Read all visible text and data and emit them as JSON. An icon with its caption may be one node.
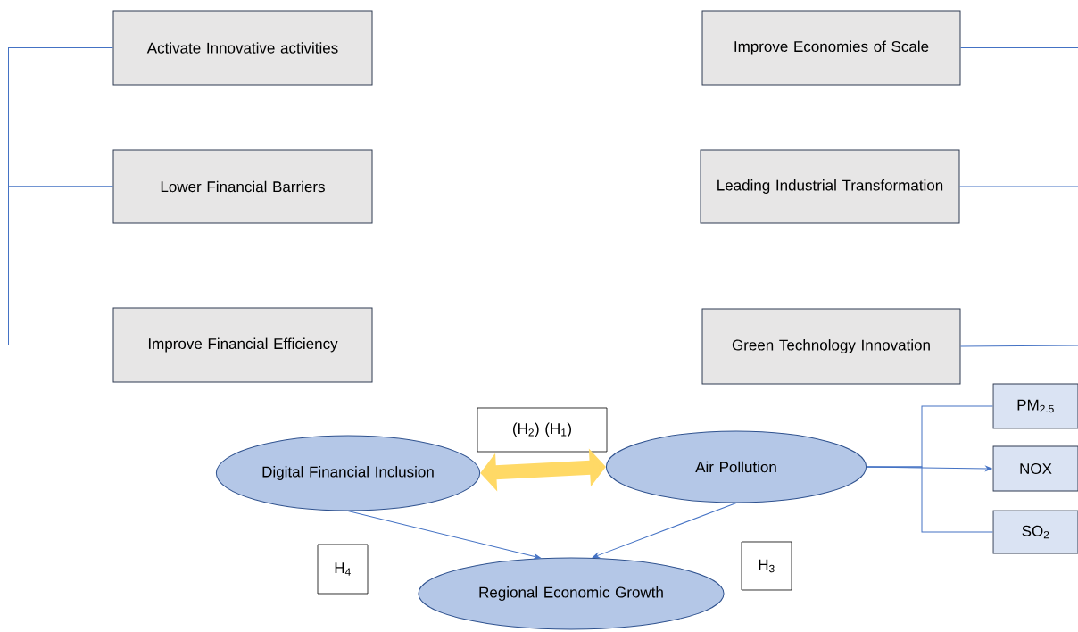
{
  "diagram": {
    "nodes": [
      {
        "text": [
          "Activate Innovative activities"
        ]
      },
      {
        "text": [
          "Lower Financial Barriers"
        ]
      },
      {
        "text": [
          "Improve Financial Efficiency"
        ]
      },
      {
        "text": [
          "Improve Economies of Scale"
        ]
      },
      {
        "text": [
          "Leading Industrial Transformation"
        ]
      },
      {
        "text": [
          "Green Technology Innovation"
        ]
      },
      {
        "text": [
          "(H$_{2}$) (H$_{1}$)"
        ]
      },
      {
        "text": [
          "Digital Financial Inclusion"
        ]
      },
      {
        "text": [
          "Air Pollution"
        ]
      },
      {
        "text": [
          "PM$_{2.5}$"
        ]
      },
      {
        "text": [
          "NOX"
        ]
      },
      {
        "text": [
          "SO$_{2}$"
        ]
      },
      {
        "text": [
          "H$_{4}$"
        ]
      },
      {
        "text": [
          "Regional Economic Growth"
        ]
      },
      {
        "text": [
          "H$_{3}$"
        ]
      }
    ],
    "edges": [
      {
        "from": 0,
        "to": 1,
        "arrow": "none"
      },
      {
        "from": 1,
        "to": 2,
        "arrow": "none"
      },
      {
        "from": 3,
        "to": null,
        "arrow": "none"
      },
      {
        "from": 4,
        "to": null,
        "arrow": "none"
      },
      {
        "from": 5,
        "to": null,
        "arrow": "none"
      },
      {
        "from": 7,
        "to": 8,
        "arrow": "both",
        "style": "thick",
        "color": "#ffd966"
      },
      {
        "from": 8,
        "to": 10,
        "arrow": "to"
      },
      {
        "from": 8,
        "to": 9,
        "arrow": "none"
      },
      {
        "from": 8,
        "to": 11,
        "arrow": "none"
      },
      {
        "from": 7,
        "to": 13,
        "arrow": "to"
      },
      {
        "from": 8,
        "to": 13,
        "arrow": "to"
      }
    ]
  }
}
